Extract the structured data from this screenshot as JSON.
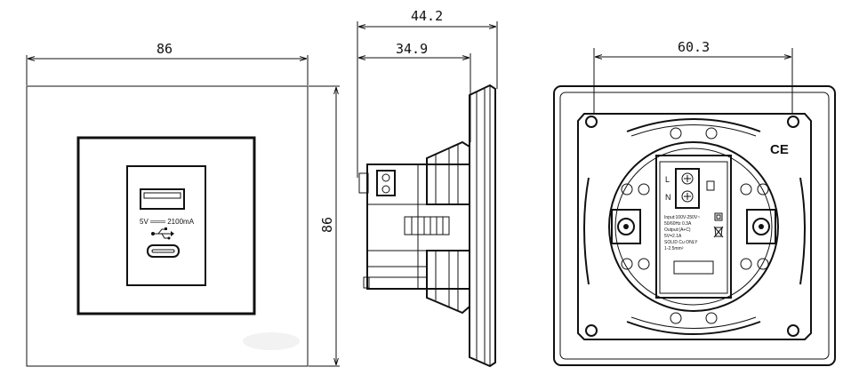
{
  "front_view": {
    "width_dimension": "86",
    "height_dimension": "86",
    "usb_rating_text": "5V ═══ 2100mA"
  },
  "side_view": {
    "overall_depth_dimension": "44.2",
    "body_depth_dimension": "34.9"
  },
  "rear_view": {
    "mounting_hole_spacing": "60.3",
    "certification_mark": "CE",
    "terminal_live_label": "L",
    "terminal_neutral_label": "N",
    "spec_label_lines": [
      "Input:100V-250V~",
      "50/60Hz 0.3A",
      "Output:(A+C)",
      "5V=2.1A",
      "SOLID Cu ONLY",
      "1-2.5mm²"
    ]
  }
}
